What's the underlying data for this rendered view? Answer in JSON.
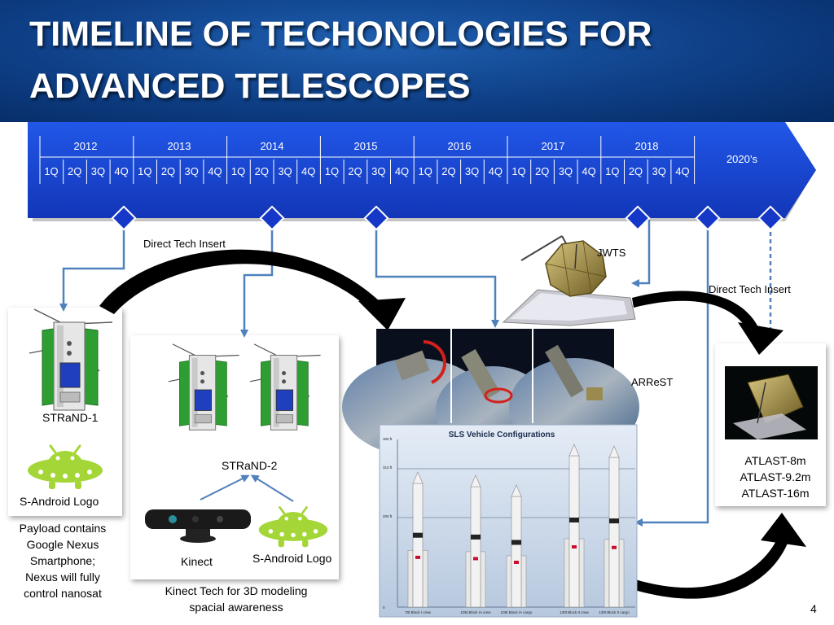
{
  "slide": {
    "title": "TIMELINE OF TECHONOLOGIES FOR ADVANCED TELESCOPES",
    "page_number": "4"
  },
  "timeline": {
    "years": [
      "2012",
      "2013",
      "2014",
      "2015",
      "2016",
      "2017",
      "2018"
    ],
    "quarters": [
      "1Q",
      "2Q",
      "3Q",
      "4Q"
    ],
    "future_label": "2020’s",
    "milestone_count": 6
  },
  "labels": {
    "direct_tech_insert_1": "Direct Tech Insert",
    "direct_tech_insert_2": "Direct Tech Insert",
    "jwts": "JWTS",
    "arrest": "ARReST",
    "strand1": "STRaND-1",
    "strand2": "STRaND-2",
    "s_android_logo_1": "S-Android Logo",
    "s_android_logo_2": "S-Android Logo",
    "kinect": "Kinect",
    "kinect_caption": "Kinect Tech for 3D modeling spacial awareness",
    "payload_note": "Payload contains Google Nexus Smartphone; Nexus will fully control nanosat",
    "atlast_8m": "ATLAST-8m",
    "atlast_92m": "ATLAST-9.2m",
    "atlast_16m": "ATLAST-16m"
  },
  "sls_chart": {
    "title": "SLS Vehicle Configurations",
    "y_ticks": [
      "300 ft",
      "310 ft",
      "200 ft",
      "0"
    ],
    "vehicles": [
      "70t Block I crew",
      "105t Block IA crew",
      "105t Block IA cargo",
      "130t Block II crew",
      "130t Block II cargo"
    ]
  },
  "colors": {
    "timeline_blue": "#1947d6",
    "milestone_blue": "#1538c8",
    "connector_blue": "#4f81bd",
    "arrow_black": "#000000",
    "solar_panel_green": "#2e9e32",
    "android_green": "#a4d637"
  }
}
